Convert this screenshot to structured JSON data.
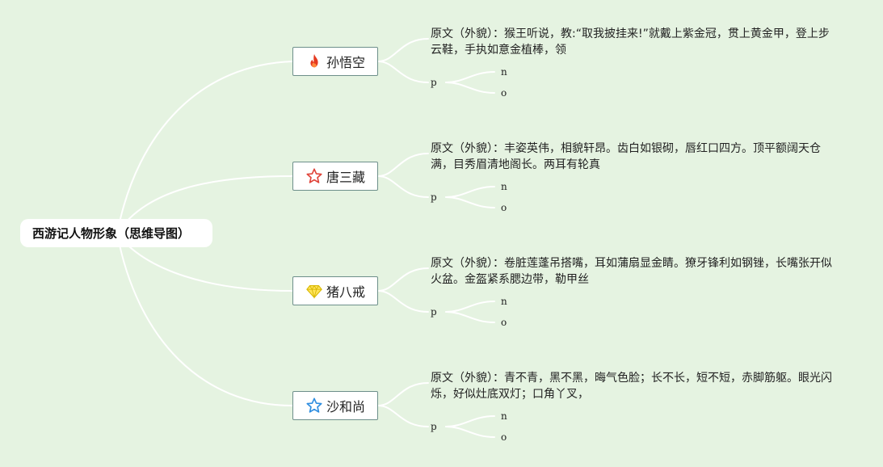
{
  "root": {
    "title": "西游记人物形象（思维导图）"
  },
  "branches": [
    {
      "name": "孙悟空",
      "icon": "fire-icon",
      "desc": "原文（外貌）：猴王听说，教:“取我披挂来!”就戴上紫金冠，贯上黄金甲，登上步云鞋，手执如意金植棒，领",
      "leaf_p": "p",
      "leaf_n": "n",
      "leaf_o": "o"
    },
    {
      "name": "唐三藏",
      "icon": "star-outline-red-icon",
      "desc": "原文（外貌）：丰姿英伟，相貌轩昂。齿白如银砌，唇红口四方。顶平额阔天仓满，目秀眉清地阁长。两耳有轮真",
      "leaf_p": "p",
      "leaf_n": "n",
      "leaf_o": "o"
    },
    {
      "name": "猪八戒",
      "icon": "diamond-icon",
      "desc": "原文（外貌）：卷脏莲蓬吊搭嘴，耳如蒲扇显金睛。獠牙锋利如钢锉，长嘴张开似火盆。金盔紧系腮边带，勒甲丝",
      "leaf_p": "p",
      "leaf_n": "n",
      "leaf_o": "o"
    },
    {
      "name": "沙和尚",
      "icon": "star-outline-blue-icon",
      "desc": "原文（外貌）：青不青，黑不黑，晦气色脸；长不长，短不短，赤脚筋躯。眼光闪烁，好似灶底双灯；口角丫叉，",
      "leaf_p": "p",
      "leaf_n": "n",
      "leaf_o": "o"
    }
  ],
  "colors": {
    "background": "#e5f3e1",
    "connector": "#ffffff",
    "branch_border": "#6d8f8a"
  }
}
